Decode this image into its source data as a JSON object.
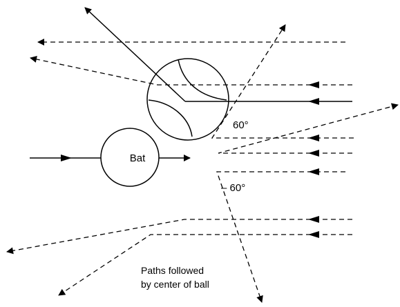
{
  "labels": {
    "bat": "Bat",
    "angle_pos": "60°",
    "angle_neg": "– 60°",
    "caption_line1": "Paths followed",
    "caption_line2": "by center of ball"
  },
  "colors": {
    "ink": "#000000",
    "background": "#ffffff"
  }
}
